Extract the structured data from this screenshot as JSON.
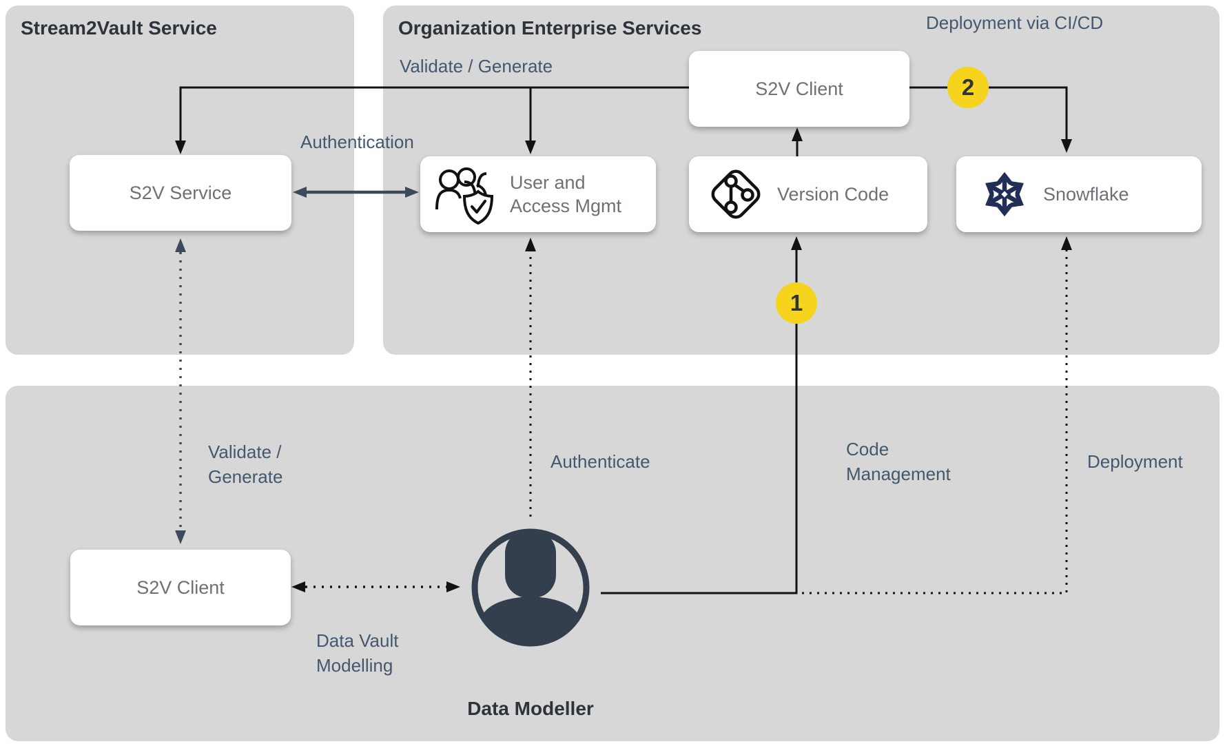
{
  "containers": {
    "stream2vault": {
      "title": "Stream2Vault Service"
    },
    "enterprise": {
      "title": "Organization Enterprise Services"
    },
    "modeller_zone": {
      "title": ""
    }
  },
  "nodes": {
    "s2v_service": {
      "label": "S2V Service"
    },
    "user_access": {
      "label_line1": "User and",
      "label_line2": "Access Mgmt",
      "icon": "users-shield-icon"
    },
    "s2v_client_top": {
      "label": "S2V Client"
    },
    "version_code": {
      "label": "Version Code",
      "icon": "git-branch-icon"
    },
    "snowflake": {
      "label": "Snowflake",
      "icon": "snowflake-icon"
    },
    "s2v_client_bottom": {
      "label": "S2V Client"
    },
    "data_modeller": {
      "label": "Data Modeller",
      "icon": "person-icon"
    }
  },
  "labels": {
    "deployment_via_cicd": "Deployment via CI/CD",
    "validate_generate_top": "Validate / Generate",
    "authentication": "Authentication",
    "validate_left_line1": "Validate /",
    "validate_left_line2": "Generate",
    "authenticate": "Authenticate",
    "code_mgmt_line1": "Code",
    "code_mgmt_line2": "Management",
    "deployment": "Deployment",
    "data_vault_line1": "Data Vault",
    "data_vault_line2": "Modelling"
  },
  "badges": {
    "step1": "1",
    "step2": "2"
  },
  "colors": {
    "container_gray": "#d7d7d7",
    "badge_yellow": "#f6d31c",
    "label_slate": "#45576f",
    "arrow_black": "#121212",
    "arrow_slate": "#3c4a5c",
    "snowflake_navy": "#212f56",
    "box_text_gray": "#6d7176",
    "title_dark": "#2d333b"
  }
}
